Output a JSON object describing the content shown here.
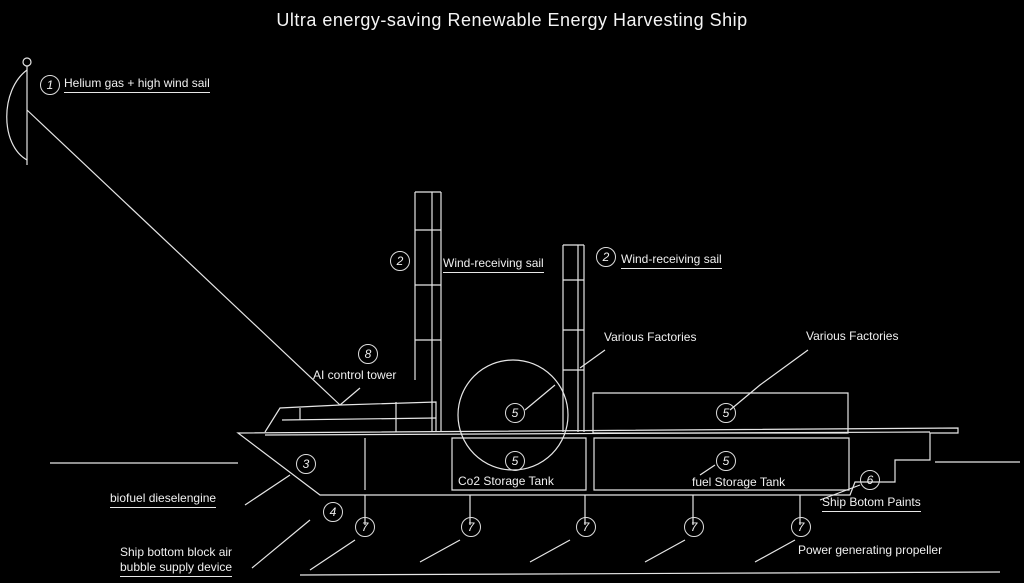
{
  "title": "Ultra energy-saving   Renewable Energy Harvesting Ship",
  "labels": {
    "helium": "Helium gas + high wind sail",
    "sail1": "Wind-receiving sail",
    "sail2": "Wind-receiving sail",
    "factories1": "Various Factories",
    "factories2": "Various Factories",
    "ai": "AI control tower",
    "biofuel": "biofuel dieselengine",
    "co2": "Co2 Storage Tank",
    "fuel": "fuel Storage Tank",
    "paints": "Ship Botom Paints",
    "air_line1": "Ship bottom block air",
    "air_line2": "bubble supply device",
    "propeller": "Power generating propeller"
  },
  "numbers": {
    "helium": "1",
    "sail1": "2",
    "sail2": "2",
    "engine": "3",
    "air": "4",
    "tank1": "5",
    "tank2": "5",
    "tank3": "5",
    "tank4": "5",
    "paints": "6",
    "prop1": "7",
    "prop2": "7",
    "prop3": "7",
    "prop4": "7",
    "prop5": "7",
    "ai": "8"
  },
  "colors": {
    "background": "#000000",
    "stroke": "#e6e6e6"
  }
}
